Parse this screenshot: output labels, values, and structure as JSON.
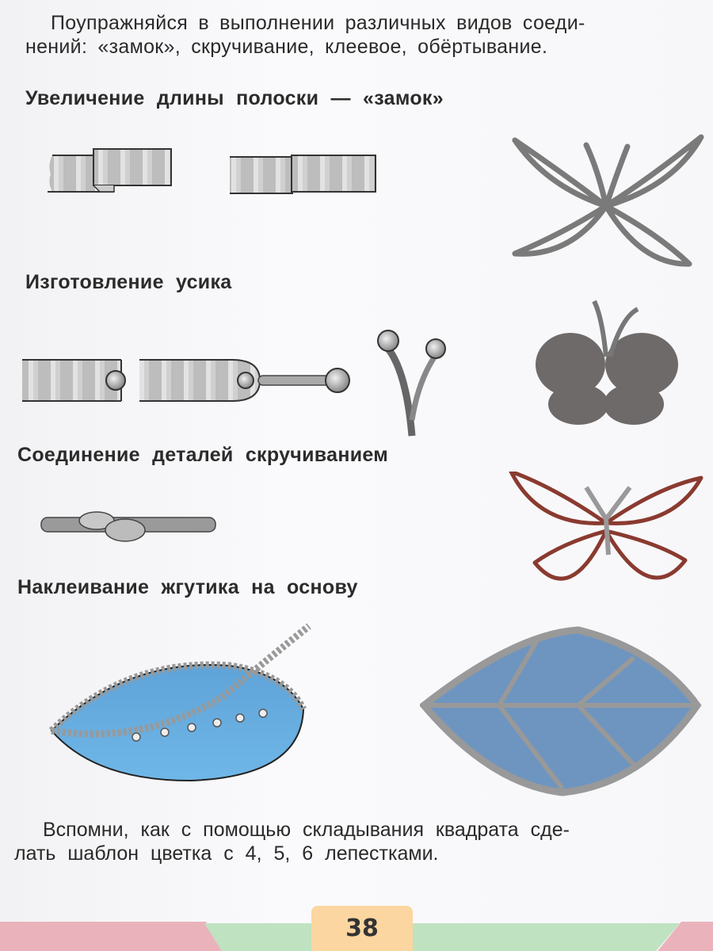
{
  "intro": {
    "line1": "Поупражняйся в выполнении различных видов соеди-",
    "line2": "нений: «замок», скручивание, клеевое, обёртывание."
  },
  "sections": [
    {
      "title": "Увеличение длины полоски — «замок»",
      "figure": "strip-lock-joint-illustration"
    },
    {
      "title": "Изготовление усика",
      "figure": "antenna-making-illustration"
    },
    {
      "title": "Соединение деталей скручиванием",
      "figure": "twist-joint-illustration"
    },
    {
      "title": "Наклеивание жгутика на основу",
      "figure": "glue-cord-on-base-illustration"
    }
  ],
  "photos": [
    {
      "name": "foil-butterfly-outline-photo",
      "color": "#7a7a7a"
    },
    {
      "name": "foil-butterfly-filled-photo",
      "color": "#6e6a6a"
    },
    {
      "name": "red-foil-butterfly-photo",
      "color": "#8a3a30"
    },
    {
      "name": "foil-leaf-blue-photo",
      "color": "#6e95c0"
    }
  ],
  "outro": {
    "line1": "Вспомни, как с помощью складывания квадрата сде-",
    "line2": "лать шаблон цветка с 4, 5, 6 лепестками."
  },
  "footer": {
    "page_number": "38",
    "colors": {
      "pink": "#eab3bb",
      "green": "#bfe2c0",
      "badge": "#fbd6a0"
    }
  }
}
